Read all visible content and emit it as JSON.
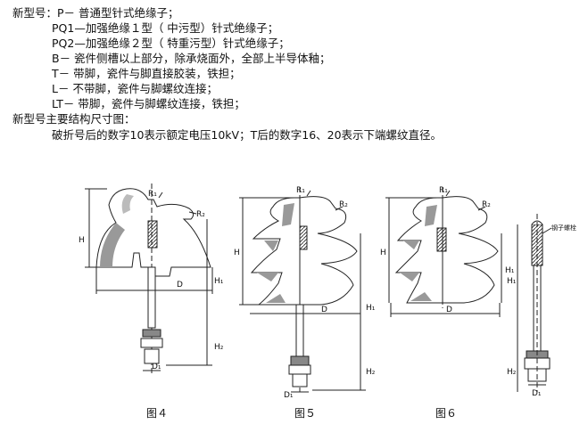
{
  "text_lines": [
    "新型号：P－ 普通型针式绝缘子；",
    "PQ1—加强绝缘１型（ 中污型）针式绝缘子；",
    "PQ2—加强绝缘２型（ 特重污型）针式绝缘子；",
    "B－ 瓷件侧槽以上部分，除承烧面外，全部上半导体釉；",
    "T－ 带脚，瓷件与脚直接胶装，铁担；",
    "L－ 不带脚，瓷件与脚螺纹连接；",
    "LT－ 带脚，瓷件与脚螺纹连接，铁担；",
    "新型号主要结构尺寸图：",
    "破折号后的数字10表示额定电压10kV；T后的数字16、20表示下端螺纹直径。"
  ],
  "figures": [
    {
      "caption": "图４",
      "labels": [
        "H",
        "H₁",
        "H₂",
        "D",
        "D₁",
        "R₁",
        "R₂"
      ]
    },
    {
      "caption": "图５",
      "labels": [
        "H",
        "H₁",
        "H₂",
        "D",
        "D₁",
        "R₁",
        "R₂"
      ]
    },
    {
      "caption": "图６",
      "labels": [
        "H",
        "H₁",
        "D",
        "R₁",
        "R₂"
      ]
    },
    {
      "caption": "",
      "labels": [
        "H₁",
        "H₂",
        "D₁",
        "钢子螺栓"
      ]
    }
  ]
}
